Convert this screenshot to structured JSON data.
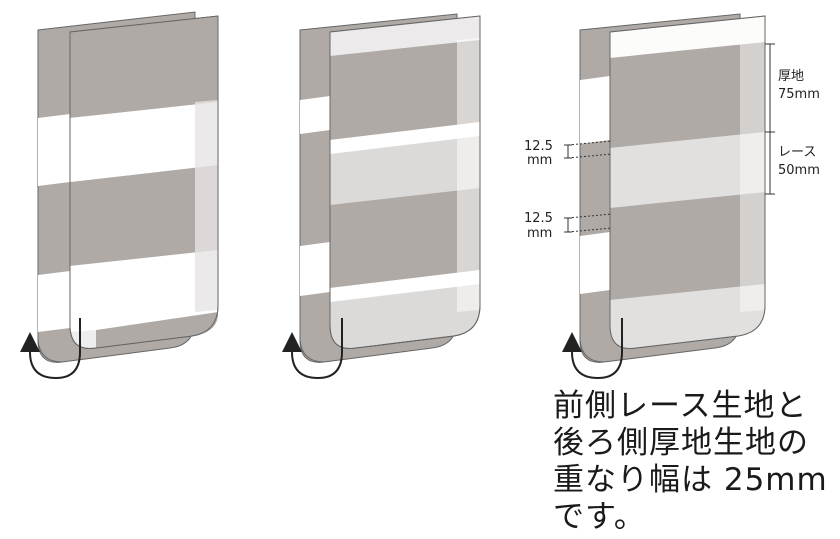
{
  "dims": {
    "thick": {
      "name": "厚地",
      "value": "75mm"
    },
    "lace": {
      "name": "レース",
      "value": "50mm"
    },
    "overlap1": {
      "value": "12.5",
      "unit": "mm"
    },
    "overlap2": {
      "value": "12.5",
      "unit": "mm"
    }
  },
  "caption": {
    "lines": [
      "前側レース生地と",
      "後ろ側厚地生地の",
      "重なり幅は 25mm",
      "です。"
    ]
  },
  "colors": {
    "thick_fabric": "#b0aaa6",
    "lace_fabric": "#ffffff",
    "sheer_panel": "#d4d1cf",
    "outline": "#555555",
    "arrow": "#222222"
  },
  "icons": [
    "curl-arrow-icon"
  ]
}
